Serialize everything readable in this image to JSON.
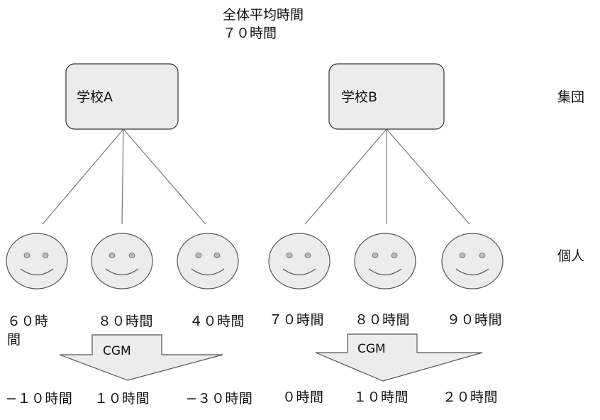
{
  "overall_title": "全体平均時間７０時間",
  "levels": {
    "group": "集団",
    "individual": "個人"
  },
  "schools": [
    {
      "name": "学校A",
      "students": [
        "６０時間",
        "８０時間",
        "４０時間"
      ],
      "cgm_label": "CGM",
      "cgm_values": [
        "−１０時間",
        "１０時間",
        "−３０時間"
      ]
    },
    {
      "name": "学校B",
      "students": [
        "７０時間",
        "８０時間",
        "９０時間"
      ],
      "cgm_label": "CGM",
      "cgm_values": [
        "０時間",
        "１０時間",
        "２０時間"
      ]
    }
  ],
  "colors": {
    "box_fill": "#ececec",
    "face_fill": "#ececec",
    "stroke": "#555555",
    "arrow_fill": "#ececec"
  }
}
